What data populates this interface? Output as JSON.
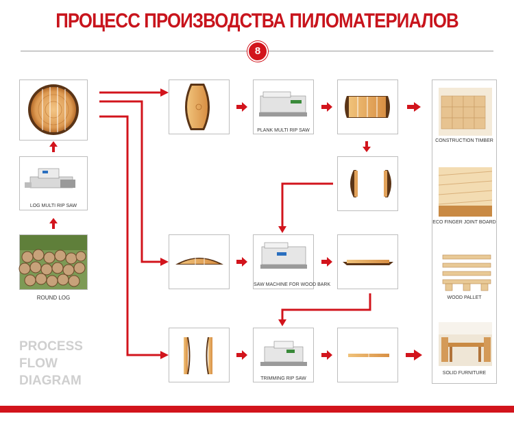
{
  "title": "ПРОЦЕСС ПРОИЗВОДСТВА ПИЛОМАТЕРИАЛОВ",
  "step_number": "8",
  "diagram_label": {
    "line1": "PROCESS",
    "line2": "FLOW",
    "line3": "DIAGRAM"
  },
  "labels": {
    "log_multi_rip_saw": "LOG MULTI RIP SAW",
    "round_log": "ROUND LOG",
    "plank_multi_rip_saw": "PLANK MULTI RIP SAW",
    "saw_machine_wood_bark": "SAW MACHINE FOR WOOD BARK",
    "trimming_rip_saw": "TRIMMING RIP SAW",
    "construction_timber": "CONSTRUCTION TIMBER",
    "eco_finger_joint_board": "ECO FINGER JOINT BOARD",
    "wood_pallet": "WOOD PALLET",
    "solid_furniture": "SOLID FURNITURE"
  },
  "colors": {
    "accent": "#d2141c",
    "wood": "#e2a25a",
    "bark": "#5a3416"
  }
}
